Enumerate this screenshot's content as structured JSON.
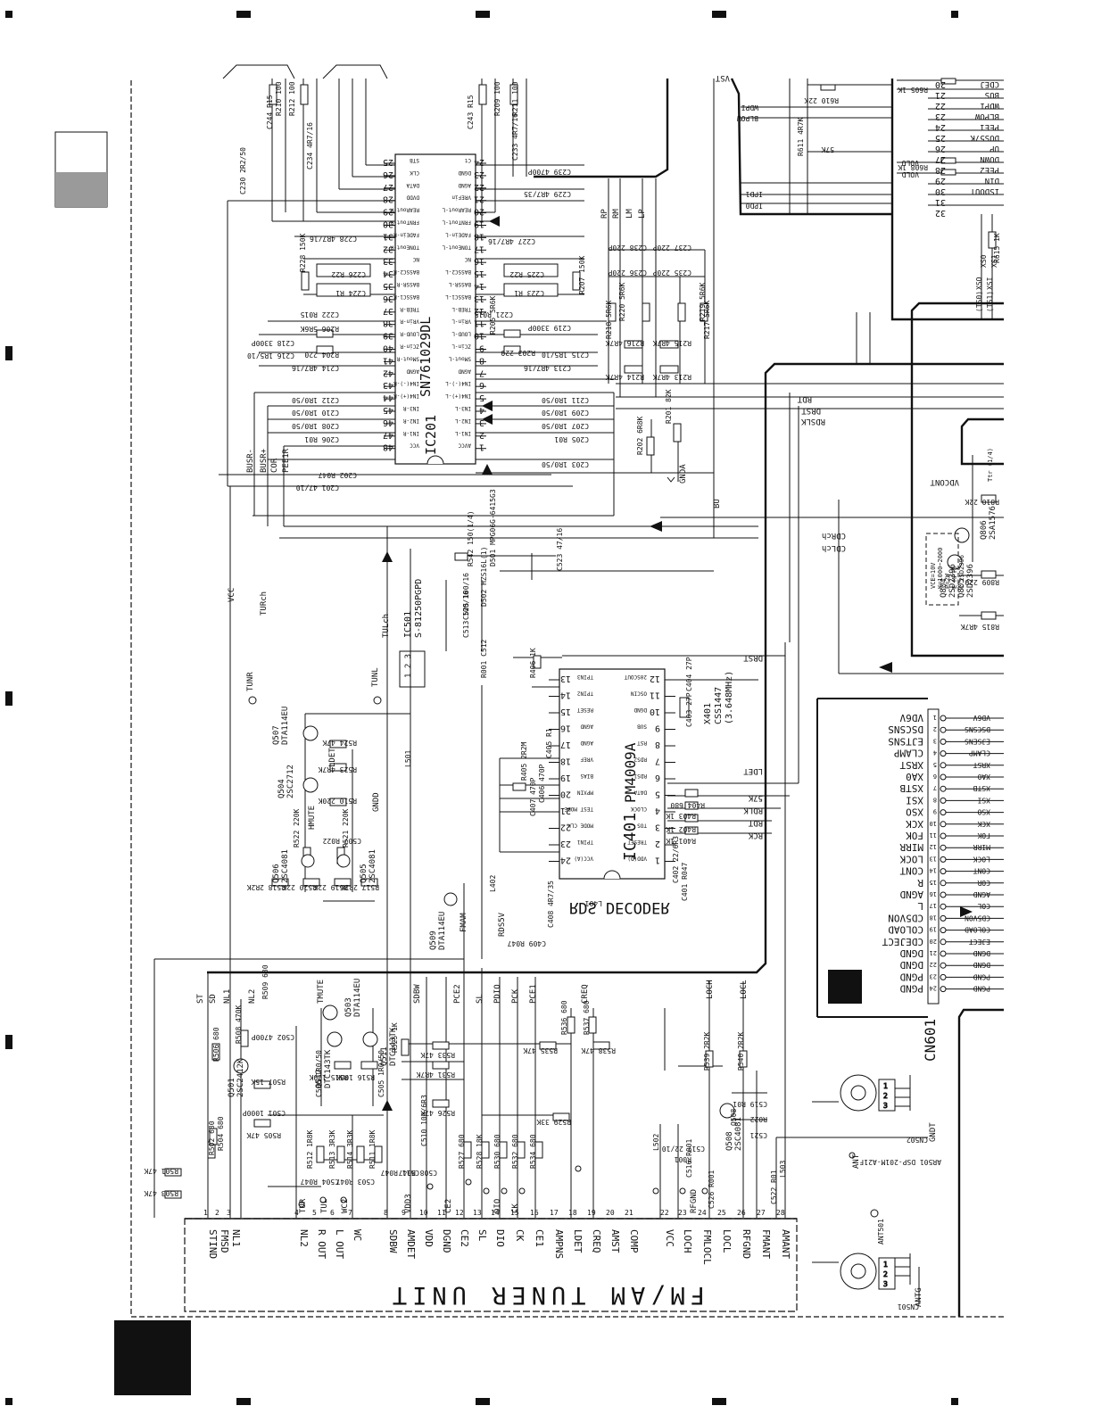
{
  "ic201": {
    "ref": "IC201",
    "part": "SN761029DL"
  },
  "ic401": {
    "ref": "IC401",
    "part": "PM4009A",
    "title": "RDS DECODER"
  },
  "ic501": {
    "ref": "IC501",
    "part": "S-81250PGPD"
  },
  "x401": {
    "ref": "X401",
    "part": "CSS1447",
    "freq": "(3.648MHz)"
  },
  "cn601": {
    "ref": "CN601"
  },
  "tuner": {
    "title": "FM/AM TUNER UNIT",
    "pins": [
      {
        "n": "1",
        "name": "STIND"
      },
      {
        "n": "2",
        "name": "FMSD"
      },
      {
        "n": "3",
        "name": "NL1"
      },
      {
        "n": "4",
        "name": "NL2"
      },
      {
        "n": "5",
        "name": "R OUT"
      },
      {
        "n": "6",
        "name": "L OUT"
      },
      {
        "n": "7",
        "name": "WC"
      },
      {
        "n": "8",
        "name": "SDBW"
      },
      {
        "n": "9",
        "name": "AMDET"
      },
      {
        "n": "10",
        "name": "VDD"
      },
      {
        "n": "11",
        "name": "DGND"
      },
      {
        "n": "12",
        "name": "CE2"
      },
      {
        "n": "13",
        "name": "SL"
      },
      {
        "n": "14",
        "name": "DIO"
      },
      {
        "n": "15",
        "name": "CK"
      },
      {
        "n": "16",
        "name": "CE1"
      },
      {
        "n": "17",
        "name": "AMPNS"
      },
      {
        "n": "18",
        "name": "LDET"
      },
      {
        "n": "19",
        "name": "CREQ"
      },
      {
        "n": "20",
        "name": "AMST"
      },
      {
        "n": "21",
        "name": "COMP"
      },
      {
        "n": "22",
        "name": "VCC"
      },
      {
        "n": "23",
        "name": "LOCH"
      },
      {
        "n": "24",
        "name": "FMLOCL"
      },
      {
        "n": "25",
        "name": "LOCL"
      },
      {
        "n": "26",
        "name": "RFGND"
      },
      {
        "n": "27",
        "name": "FMANT"
      },
      {
        "n": "28",
        "name": "AMANT"
      }
    ]
  },
  "ic201_left_pins": [
    {
      "n": "25",
      "name": "STB"
    },
    {
      "n": "26",
      "name": "CLK"
    },
    {
      "n": "27",
      "name": "DATA"
    },
    {
      "n": "28",
      "name": "DVDD"
    },
    {
      "n": "29",
      "name": "REARout-R"
    },
    {
      "n": "30",
      "name": "FRNTout-R"
    },
    {
      "n": "31",
      "name": "FADEin-R"
    },
    {
      "n": "32",
      "name": "TONEout-R"
    },
    {
      "n": "33",
      "name": "NC"
    },
    {
      "n": "34",
      "name": "BASSC2-R"
    },
    {
      "n": "35",
      "name": "BASSR-R"
    },
    {
      "n": "36",
      "name": "BASSC1-R"
    },
    {
      "n": "37",
      "name": "TREB-R"
    },
    {
      "n": "38",
      "name": "VRin-R"
    },
    {
      "n": "39",
      "name": "LOUD-R"
    },
    {
      "n": "40",
      "name": "ZCin-R"
    },
    {
      "n": "41",
      "name": "SMout-R"
    },
    {
      "n": "42",
      "name": "AGND"
    },
    {
      "n": "43",
      "name": "IN4(-)-R"
    },
    {
      "n": "44",
      "name": "IN4(+)-R"
    },
    {
      "n": "45",
      "name": "IN3-R"
    },
    {
      "n": "46",
      "name": "IN2-R"
    },
    {
      "n": "47",
      "name": "IN1-R"
    },
    {
      "n": "48",
      "name": "VCC"
    }
  ],
  "ic201_right_pins": [
    {
      "n": "24",
      "name": "Ct"
    },
    {
      "n": "23",
      "name": "DGND"
    },
    {
      "n": "22",
      "name": "AGND"
    },
    {
      "n": "21",
      "name": "VREFin"
    },
    {
      "n": "20",
      "name": "REARout-L"
    },
    {
      "n": "19",
      "name": "FRNTout-L"
    },
    {
      "n": "18",
      "name": "FADEin-L"
    },
    {
      "n": "17",
      "name": "TONEout-L"
    },
    {
      "n": "16",
      "name": "NC"
    },
    {
      "n": "15",
      "name": "BASSC2-L"
    },
    {
      "n": "14",
      "name": "BASSR-L"
    },
    {
      "n": "13",
      "name": "BASSC1-L"
    },
    {
      "n": "12",
      "name": "TREB-L"
    },
    {
      "n": "11",
      "name": "VRin-L"
    },
    {
      "n": "10",
      "name": "LOUD-L"
    },
    {
      "n": "9",
      "name": "ZCin-L"
    },
    {
      "n": "8",
      "name": "SMout-L"
    },
    {
      "n": "7",
      "name": "AGND"
    },
    {
      "n": "6",
      "name": "IN4(-)-L"
    },
    {
      "n": "5",
      "name": "IN4(+)-L"
    },
    {
      "n": "4",
      "name": "IN3-L"
    },
    {
      "n": "3",
      "name": "IN2-L"
    },
    {
      "n": "2",
      "name": "IN1-L"
    },
    {
      "n": "1",
      "name": "AVCC"
    }
  ],
  "ic401_left_pins": [
    {
      "n": "13",
      "name": "TPIN3"
    },
    {
      "n": "14",
      "name": "TPIN2"
    },
    {
      "n": "15",
      "name": "RESET"
    },
    {
      "n": "16",
      "name": "AGND"
    },
    {
      "n": "17",
      "name": "AGND"
    },
    {
      "n": "18",
      "name": "VREF"
    },
    {
      "n": "19",
      "name": "BIAS"
    },
    {
      "n": "20",
      "name": "MPXIN"
    },
    {
      "n": "21",
      "name": "TEST MODE"
    },
    {
      "n": "22",
      "name": "MODE CLK"
    },
    {
      "n": "23",
      "name": "TPIN1"
    },
    {
      "n": "24",
      "name": "VCC(A)"
    }
  ],
  "ic401_right_pins": [
    {
      "n": "12",
      "name": "20SCOUT"
    },
    {
      "n": "11",
      "name": "OSCIN"
    },
    {
      "n": "10",
      "name": "DGND"
    },
    {
      "n": "9",
      "name": "SUB"
    },
    {
      "n": "8",
      "name": "RST"
    },
    {
      "n": "7",
      "name": "RDS2"
    },
    {
      "n": "6",
      "name": "RDS1"
    },
    {
      "n": "5",
      "name": "DATA"
    },
    {
      "n": "4",
      "name": "CLOCK"
    },
    {
      "n": "3",
      "name": "TOS"
    },
    {
      "n": "2",
      "name": "TRESET"
    },
    {
      "n": "1",
      "name": "VDD(D)"
    }
  ],
  "cn601_pins": [
    {
      "n": "1",
      "name": "VD6V"
    },
    {
      "n": "2",
      "name": "DSCSNS"
    },
    {
      "n": "3",
      "name": "EJTSNS"
    },
    {
      "n": "4",
      "name": "CLAMP"
    },
    {
      "n": "5",
      "name": "XRST"
    },
    {
      "n": "6",
      "name": "XA0"
    },
    {
      "n": "7",
      "name": "XSTB"
    },
    {
      "n": "8",
      "name": "XSI"
    },
    {
      "n": "9",
      "name": "XSO"
    },
    {
      "n": "10",
      "name": "XCK"
    },
    {
      "n": "11",
      "name": "FOK"
    },
    {
      "n": "12",
      "name": "MIRR"
    },
    {
      "n": "13",
      "name": "LOCK"
    },
    {
      "n": "14",
      "name": "CONT"
    },
    {
      "n": "15",
      "name": "R"
    },
    {
      "n": "16",
      "name": "AGND"
    },
    {
      "n": "17",
      "name": "L"
    },
    {
      "n": "18",
      "name": "CD5VON"
    },
    {
      "n": "19",
      "name": "COLOAD"
    },
    {
      "n": "20",
      "name": "CDEJECT"
    },
    {
      "n": "21",
      "name": "DGND"
    },
    {
      "n": "22",
      "name": "DGND"
    },
    {
      "n": "23",
      "name": "PGND"
    },
    {
      "n": "24",
      "name": "PGND"
    }
  ],
  "cn601_net_labels": [
    "VD6V",
    "DSCSNS",
    "EJSENS",
    "CLAMP",
    "XRST",
    "XA0",
    "XSTB",
    "XSI",
    "XSO",
    "XCK",
    "FOK",
    "MIRR",
    "LOCK",
    "CONT",
    "COR",
    "AGND",
    "COL",
    "CD5VON",
    "COLOAD",
    "EJECT",
    "DGND",
    "DGND",
    "PGND",
    "PGND"
  ],
  "top_right_labels": [
    {
      "text": "CDEJ"
    },
    {
      "text": "BUS"
    },
    {
      "text": "WDPI"
    },
    {
      "text": "BLPOW"
    },
    {
      "text": "PEE1"
    },
    {
      "text": "DOS57K"
    },
    {
      "text": "UP"
    },
    {
      "text": "DOWN"
    },
    {
      "text": "PEE2"
    },
    {
      "text": "DIN"
    },
    {
      "text": "ISDOUT"
    }
  ],
  "top_right_nums": [
    "20",
    "21",
    "22",
    "23",
    "24",
    "25",
    "26",
    "27",
    "28",
    "29",
    "30",
    "31",
    "32"
  ],
  "top_right_parts": [
    "R605 1K",
    "R608 1K",
    "R610 22K",
    "R611 4R7K",
    "R615 1K",
    "57K",
    "VOLU",
    "VOLD",
    "IPD1",
    "IPD0",
    "BLPOW",
    "WDPI",
    "XSO",
    "XSI",
    "(TS0)",
    "(TS1)",
    "XS0",
    "XS1"
  ],
  "transistors": [
    {
      "ref": "Q507",
      "part": "DTA114EU"
    },
    {
      "ref": "Q504",
      "part": "2SC2712"
    },
    {
      "ref": "Q506",
      "part": "2SC4081"
    },
    {
      "ref": "Q505",
      "part": "2SC4081"
    },
    {
      "ref": "Q509",
      "part": "DTA114EU"
    },
    {
      "ref": "Q501",
      "part": "2SC2412K"
    },
    {
      "ref": "Q503",
      "part": "DTA114EU"
    },
    {
      "ref": "Q512",
      "part": "DTC143TK"
    },
    {
      "ref": "Q511",
      "part": "DTC143TK"
    },
    {
      "ref": "Q508",
      "part": "2SC4081"
    },
    {
      "ref": "Q806",
      "part": "2SA1576"
    },
    {
      "ref": "Q805",
      "part": "2SD2396"
    },
    {
      "ref": "Q804",
      "part": "2SD2396"
    }
  ],
  "net_labels": [
    "VCC",
    "TURch",
    "TULch",
    "TUNR",
    "TUNL",
    "HMUTE",
    "LDET",
    "BUSR-",
    "BUSR+",
    "COR",
    "PEE1R",
    "BU",
    "RDT",
    "DRST",
    "RDSLK",
    "CDRch",
    "CDLch",
    "VDCONT",
    "GNDA",
    "GNDD",
    "DRST",
    "LDET",
    "57K",
    "RDLK",
    "RDT",
    "RCK",
    "RDS5V",
    "LOCH",
    "LOCL",
    "ST",
    "SD",
    "NL1",
    "NL2",
    "SDBW",
    "PCE2",
    "SL",
    "PDIO",
    "PCK",
    "PCE1",
    "CREQ",
    "TMUTE",
    "VDD3",
    "DIO",
    "CK",
    "CE2",
    "TUR",
    "TUL",
    "WC2",
    "RFGND",
    "GNDT",
    "ANT",
    "ANTG",
    "RP",
    "RM",
    "LM",
    "LP",
    "VST",
    "FMAM"
  ],
  "passives": [
    "R212 100",
    "R210 100",
    "R209 100",
    "R211 100",
    "C244 R15",
    "C243 R15",
    "C234 4R7/16",
    "C233 4R7/16",
    "C230 2R2/50",
    "C228 4R7/16",
    "C227 4R7/16",
    "C229 4R7/35",
    "C239 4700P",
    "R228 150K",
    "C226 R22",
    "C225 R22",
    "C224 R1",
    "C223 R1",
    "R207 150K",
    "C222 R015",
    "C221 R015",
    "C218 3300P",
    "C219 3300P",
    "R206 5R6K",
    "R205 5R6K",
    "C216 1R5/10",
    "C215 1R5/10",
    "R204 220",
    "R203 220",
    "C214 4R7/16",
    "C213 4R7/16",
    "C212 1R0/50",
    "C211 1R0/50",
    "C210 1R0/50",
    "C209 1R0/50",
    "C208 1R0/50",
    "C207 1R0/50",
    "C206 R01",
    "C205 R01",
    "C202 R047",
    "C201 47/10",
    "C203 1R0/50",
    "R202 6R8K",
    "R201 82K",
    "R218 5R6K",
    "R217 5R6K",
    "R220 5R6K",
    "R219 5R6K",
    "C238 220P",
    "C237 220P",
    "C236 220P",
    "C235 220P",
    "R216 4R7K",
    "R215 4R7K",
    "R214 4R7K",
    "R213 4R7K",
    "R542 150(1/4)",
    "D501 MPG06G-6415G3",
    "C523 47/16",
    "D502 HZS16L(1)",
    "C525 100/16",
    "C513 100/16",
    "R001 C512",
    "R406 1K",
    "C404 27P",
    "C403 27P",
    "R405 2R2M",
    "C405 R1",
    "C406 470P",
    "C407 470P",
    "R404 680",
    "R403 1K",
    "R402 1K",
    "R401 1K",
    "C402 22/6R3",
    "C401 R047",
    "C408 4R7/35",
    "C409 R047",
    "L402",
    "L401",
    "L501",
    "R524 47K",
    "R523 4R7K",
    "R510 220K",
    "C507 R022",
    "R522 220K",
    "R521 220K",
    "R518 2R2K",
    "R520 22K",
    "R519 22K",
    "R517 2R2K",
    "R508 470K",
    "C502 4700P",
    "R509 680",
    "R506 680",
    "R507 15K",
    "C501 1000P",
    "R505 47K",
    "R502 680",
    "R504 680",
    "R501 47K",
    "R503 47K",
    "R512 1R8K",
    "R513 3R3K",
    "R514 3R3K",
    "R511 1R8K",
    "C504 R047",
    "C503 R047",
    "C506 1R0/50",
    "C505 1R0/50",
    "R515 100K",
    "R516 100K",
    "R525 1K",
    "R533 47K",
    "R531 4R7K",
    "R526 47K",
    "C510 100/6R3",
    "C511 R047",
    "C508 R047",
    "R527 680",
    "R528 18K",
    "R530 680",
    "R532 680",
    "R534 680",
    "R535 47K",
    "R536 680",
    "R537 680",
    "R538 47K",
    "R529 33K",
    "L502",
    "C517 22/10",
    "R001",
    "C516 R001",
    "C526 R001",
    "R539 2R2K",
    "R540 2R2K",
    "Q508",
    "C519 R01",
    "R022",
    "C521",
    "C522 R01",
    "L503",
    "AR501 DSP-201M-A21F",
    "CN502",
    "CN501",
    "ANT501",
    "R809 220",
    "R810 22K",
    "R815 4R7K"
  ],
  "misc": [
    "Ttr (1/4)",
    "VCE=10V",
    "K=1000~2000",
    "P=2W",
    "E MPT3",
    "C 2SD2396"
  ]
}
